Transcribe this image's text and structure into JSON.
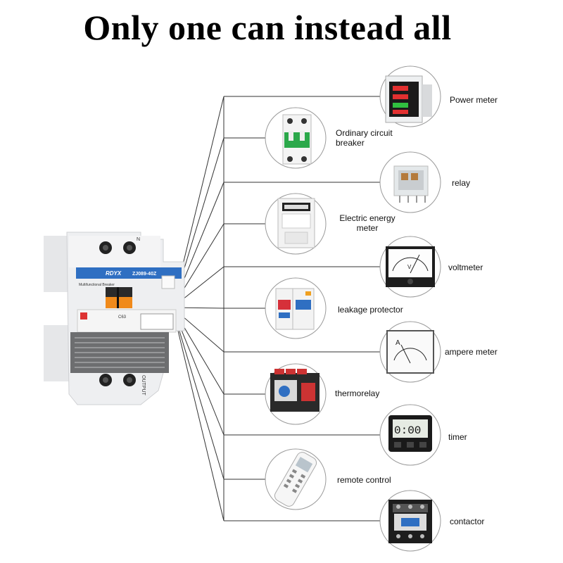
{
  "title": "Only one can instead all",
  "device": {
    "top_mark": "N",
    "brand": "RDYX",
    "model": "ZJ089-40Z",
    "left_tag": "Multifunctional Breaker",
    "rating": "C63",
    "bottom_mark": "OUTPUT"
  },
  "items": [
    {
      "label": "Power meter",
      "icon": "power-meter-icon"
    },
    {
      "label": "Ordinary circuit breaker",
      "icon": "circuit-breaker-icon"
    },
    {
      "label": "relay",
      "icon": "relay-icon"
    },
    {
      "label": "Electric energy meter",
      "icon": "energy-meter-icon"
    },
    {
      "label": "voltmeter",
      "icon": "voltmeter-icon"
    },
    {
      "label": "leakage protector",
      "icon": "leakage-protector-icon"
    },
    {
      "label": "ampere meter",
      "icon": "ammeter-icon"
    },
    {
      "label": "thermorelay",
      "icon": "thermorelay-icon"
    },
    {
      "label": "timer",
      "icon": "timer-icon"
    },
    {
      "label": "remote control",
      "icon": "remote-control-icon"
    },
    {
      "label": "contactor",
      "icon": "contactor-icon"
    }
  ],
  "colors": {
    "line": "#333333",
    "circle_border": "#9a9a9a",
    "footer": "#c01830"
  }
}
